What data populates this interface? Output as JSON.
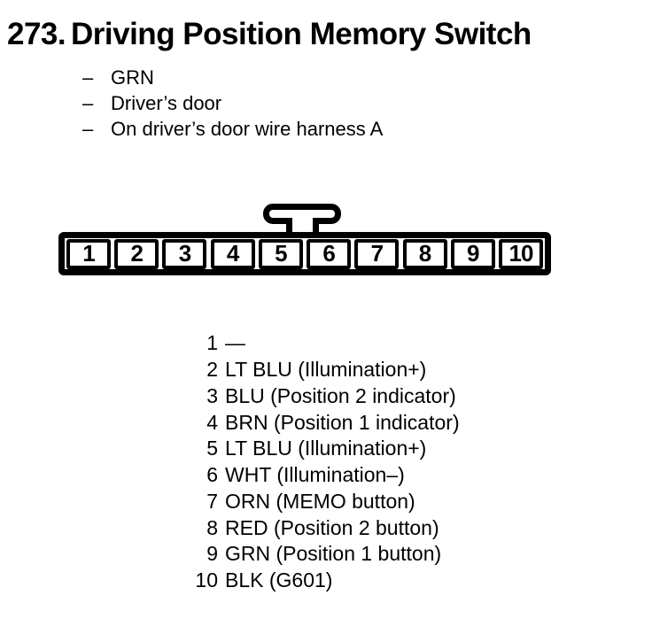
{
  "page": {
    "background": "#ffffff",
    "text_color": "#000000"
  },
  "header": {
    "number": "273.",
    "title": "Driving Position Memory Switch"
  },
  "details": {
    "dash": "–",
    "items": [
      {
        "text": "GRN"
      },
      {
        "text": "Driver’s door"
      },
      {
        "text": "On driver’s door wire harness A"
      }
    ]
  },
  "connector": {
    "type": "10-cavity connector, locking tab on top",
    "cavities": [
      "1",
      "2",
      "3",
      "4",
      "5",
      "6",
      "7",
      "8",
      "9",
      "10"
    ]
  },
  "pinout": {
    "rows": [
      {
        "pin": "1",
        "label": "—"
      },
      {
        "pin": "2",
        "label": "LT BLU (Illumination+)"
      },
      {
        "pin": "3",
        "label": "BLU (Position 2 indicator)"
      },
      {
        "pin": "4",
        "label": "BRN (Position 1 indicator)"
      },
      {
        "pin": "5",
        "label": "LT BLU (Illumination+)"
      },
      {
        "pin": "6",
        "label": "WHT (Illumination–)"
      },
      {
        "pin": "7",
        "label": "ORN (MEMO button)"
      },
      {
        "pin": "8",
        "label": "RED (Position 2 button)"
      },
      {
        "pin": "9",
        "label": "GRN (Position 1 button)"
      },
      {
        "pin": "10",
        "label": "BLK (G601)"
      }
    ]
  }
}
